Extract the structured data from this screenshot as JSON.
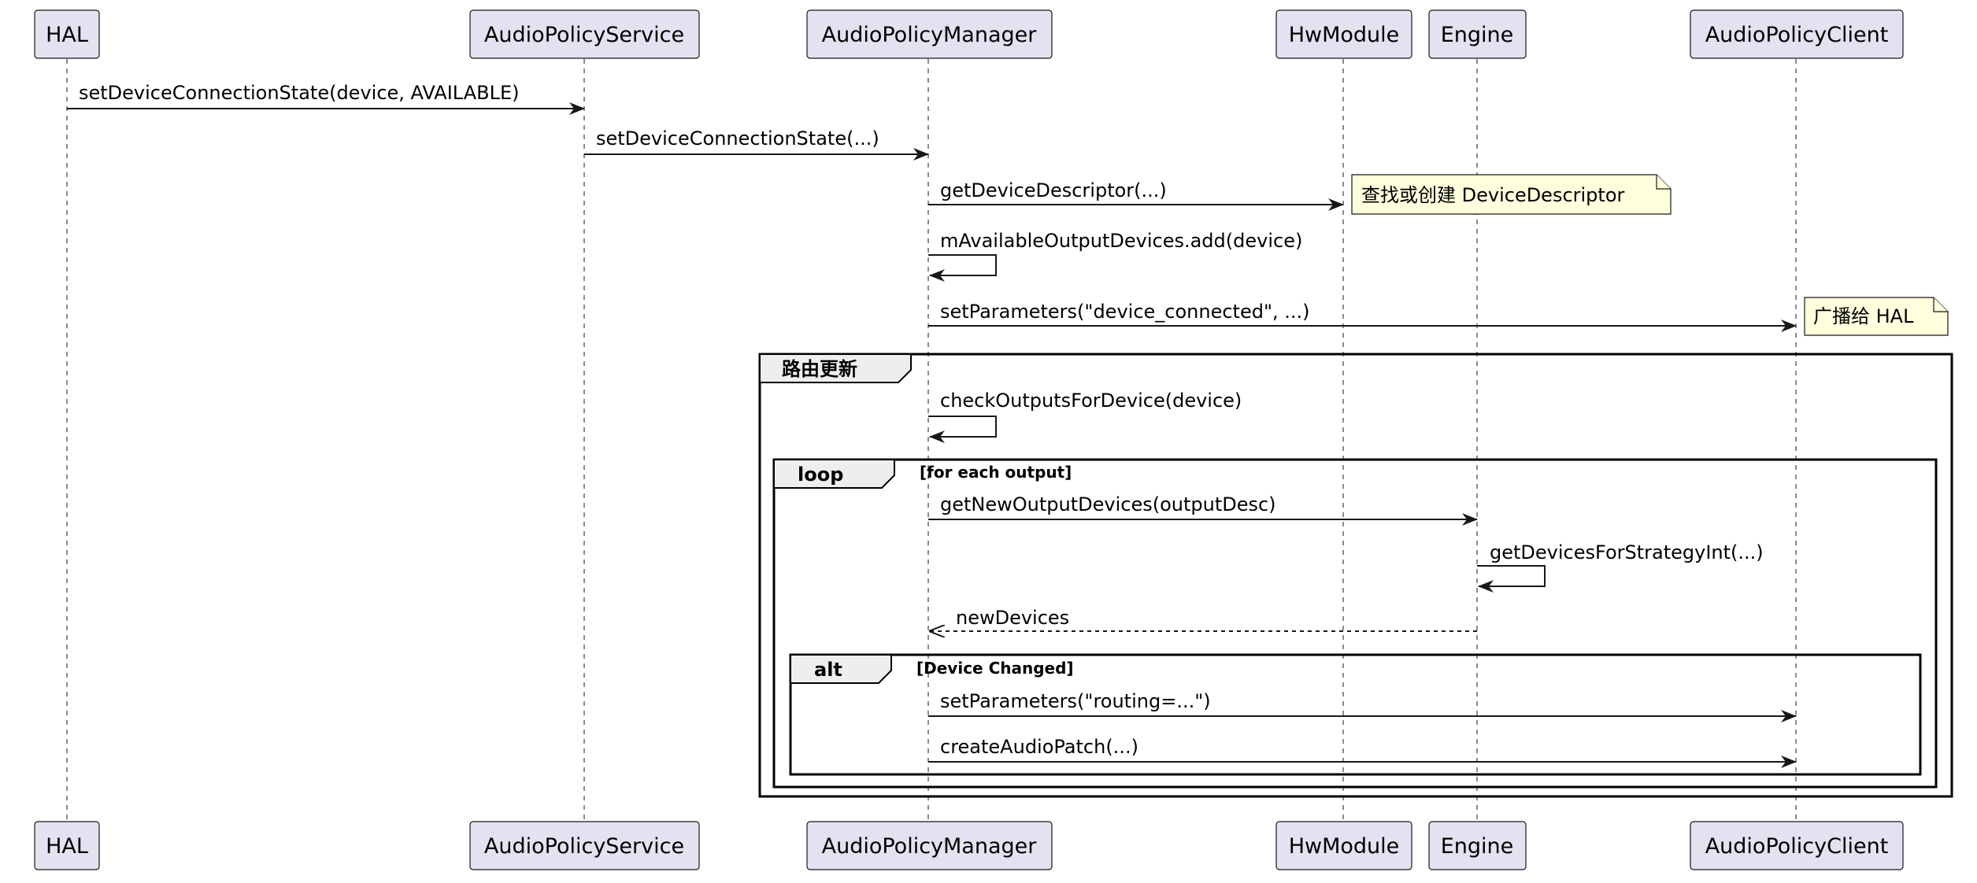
{
  "diagram": {
    "type": "sequence",
    "colors": {
      "participant_fill": "#E2E2F0",
      "note_fill": "#FEFFDD",
      "frame_tab_fill": "#EEEEEE",
      "line": "#181818"
    },
    "participants": [
      {
        "id": "hal",
        "label": "HAL"
      },
      {
        "id": "aps",
        "label": "AudioPolicyService"
      },
      {
        "id": "apm",
        "label": "AudioPolicyManager"
      },
      {
        "id": "hw",
        "label": "HwModule"
      },
      {
        "id": "eng",
        "label": "Engine"
      },
      {
        "id": "apc",
        "label": "AudioPolicyClient"
      }
    ],
    "messages": [
      {
        "id": "m1",
        "from": "hal",
        "to": "aps",
        "label": "setDeviceConnectionState(device, AVAILABLE)",
        "style": "solid"
      },
      {
        "id": "m2",
        "from": "aps",
        "to": "apm",
        "label": "setDeviceConnectionState(...)",
        "style": "solid"
      },
      {
        "id": "m3",
        "from": "apm",
        "to": "hw",
        "label": "getDeviceDescriptor(...)",
        "style": "solid"
      },
      {
        "id": "m4",
        "from": "apm",
        "to": "apm",
        "label": "mAvailableOutputDevices.add(device)",
        "style": "solid"
      },
      {
        "id": "m5",
        "from": "apm",
        "to": "apc",
        "label": "setParameters(\"device_connected\", ...)",
        "style": "solid"
      },
      {
        "id": "m6",
        "from": "apm",
        "to": "apm",
        "label": "checkOutputsForDevice(device)",
        "style": "solid"
      },
      {
        "id": "m7",
        "from": "apm",
        "to": "eng",
        "label": "getNewOutputDevices(outputDesc)",
        "style": "solid"
      },
      {
        "id": "m8",
        "from": "eng",
        "to": "eng",
        "label": "getDevicesForStrategyInt(...)",
        "style": "solid"
      },
      {
        "id": "m9",
        "from": "eng",
        "to": "apm",
        "label": "newDevices",
        "style": "dashed"
      },
      {
        "id": "m10",
        "from": "apm",
        "to": "apc",
        "label": "setParameters(\"routing=...\")",
        "style": "solid"
      },
      {
        "id": "m11",
        "from": "apm",
        "to": "apc",
        "label": "createAudioPatch(...)",
        "style": "solid"
      }
    ],
    "notes": [
      {
        "id": "n1",
        "attached_to": "m3",
        "text": "查找或创建 DeviceDescriptor"
      },
      {
        "id": "n2",
        "attached_to": "m5",
        "text": "广播给 HAL"
      }
    ],
    "fragments": [
      {
        "id": "f1",
        "kind": "group",
        "label": "路由更新",
        "condition": ""
      },
      {
        "id": "f2",
        "kind": "loop",
        "label": "loop",
        "condition": "[for each output]"
      },
      {
        "id": "f3",
        "kind": "alt",
        "label": "alt",
        "condition": "[Device Changed]"
      }
    ]
  }
}
